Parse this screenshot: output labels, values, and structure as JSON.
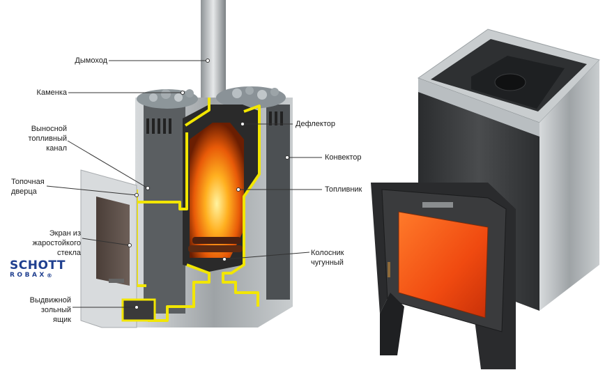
{
  "labels": {
    "chimney": "Дымоход",
    "heater": "Каменка",
    "remote_channel": "Выносной\nтопливный\nканал",
    "fire_door": "Топочная\nдверца",
    "glass_screen": "Экран из\nжаростойкого\nстекла",
    "ash_drawer": "Выдвижной\nзольный\nящик",
    "deflector": "Дефлектор",
    "convector": "Конвектор",
    "firebox": "Топливник",
    "grate": "Колосник\nчугунный"
  },
  "brand": {
    "name": "SCHOTT",
    "product": "ROBAX",
    "mark": "®"
  },
  "colors": {
    "outline": "#f2e600",
    "steel": "#9da3a6",
    "dark_body": "#3c3e40",
    "glass": "#ff5a1a"
  }
}
